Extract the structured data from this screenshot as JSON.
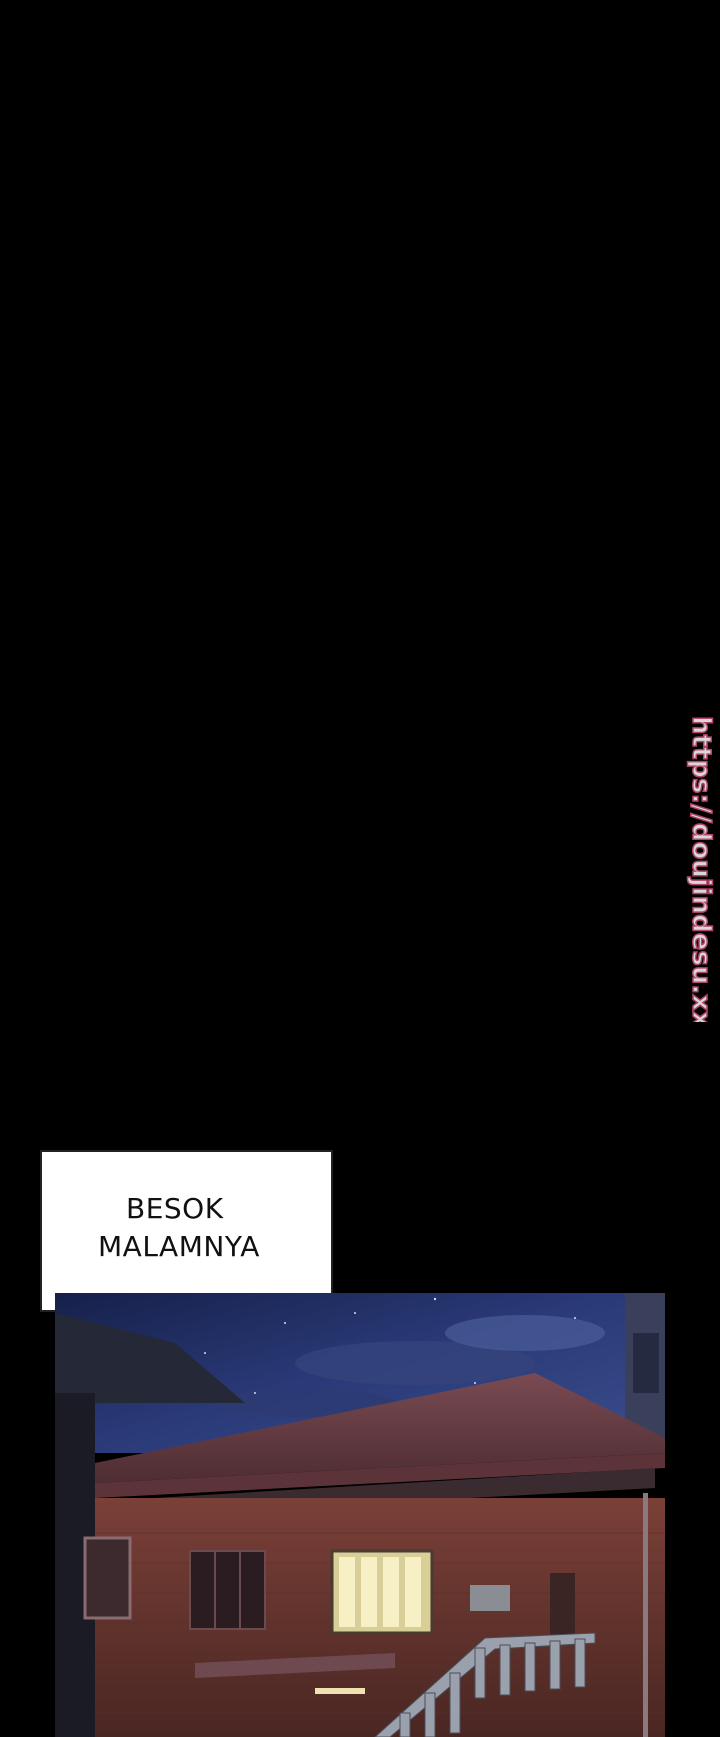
{
  "watermark": {
    "text": "https://doujindesu.xxx"
  },
  "caption": {
    "line1": "BESOK",
    "line2": "MALAMNYA"
  },
  "scene": {
    "sky_color": "#2a3a70",
    "roof_color": "#6b3f45",
    "wall_color": "#6e3a33",
    "window_light": "#f3ecc0"
  }
}
